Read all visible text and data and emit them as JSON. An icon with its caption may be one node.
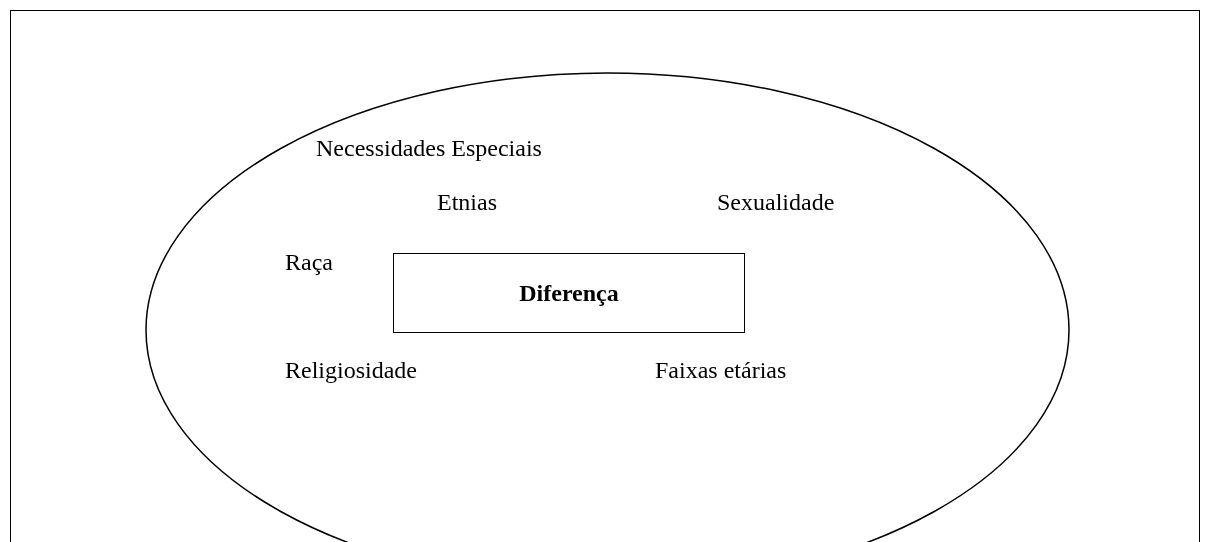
{
  "diagram": {
    "nodes": [
      {
        "text": [],
        "shape": "ellipse"
      },
      {
        "text": [
          "Diferença"
        ],
        "in": 0
      }
    ],
    "labels": [
      "Necessidades Especiais",
      "Etnias",
      "Sexualidade",
      "Raça",
      "Religiosidade",
      "Faixas etárias"
    ]
  }
}
